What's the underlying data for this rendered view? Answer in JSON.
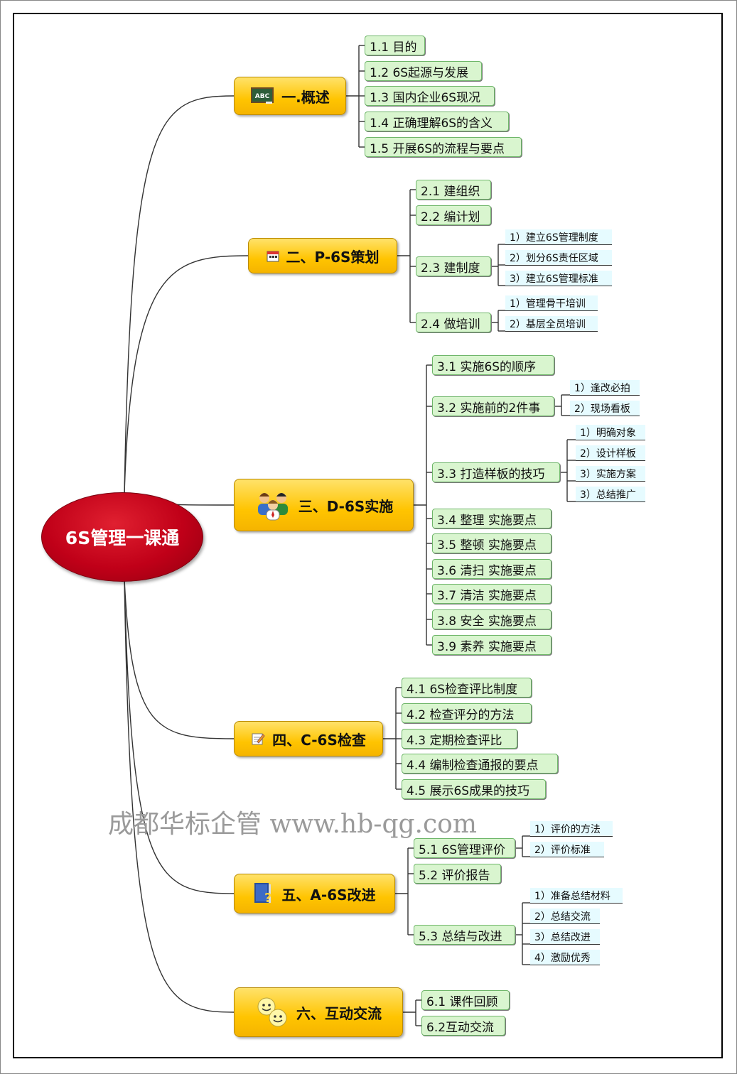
{
  "center": {
    "label": "6S管理一课通"
  },
  "watermark": "成都华标企管 www.hb-qg.com",
  "colors": {
    "center": "#c00018",
    "main": "#ffc400",
    "sub": "#d9f5cf",
    "leaf": "#e6fbff"
  },
  "branches": [
    {
      "id": "b1",
      "label": "一.概述",
      "icon": "abc-chalkboard-icon",
      "children": [
        {
          "id": "b1-1",
          "label": "1.1 目的"
        },
        {
          "id": "b1-2",
          "label": "1.2 6S起源与发展"
        },
        {
          "id": "b1-3",
          "label": "1.3 国内企业6S现况"
        },
        {
          "id": "b1-4",
          "label": "1.4 正确理解6S的含义"
        },
        {
          "id": "b1-5",
          "label": "1.5 开展6S的流程与要点"
        }
      ]
    },
    {
      "id": "b2",
      "label": "二、P-6S策划",
      "icon": "calendar-icon",
      "children": [
        {
          "id": "b2-1",
          "label": "2.1 建组织"
        },
        {
          "id": "b2-2",
          "label": "2.2 编计划"
        },
        {
          "id": "b2-3",
          "label": "2.3 建制度",
          "children": [
            {
              "id": "b2-3-1",
              "label": "1）建立6S管理制度"
            },
            {
              "id": "b2-3-2",
              "label": "2）划分6S责任区域"
            },
            {
              "id": "b2-3-3",
              "label": "3）建立6S管理标准"
            }
          ]
        },
        {
          "id": "b2-4",
          "label": "2.4 做培训",
          "children": [
            {
              "id": "b2-4-1",
              "label": "1）管理骨干培训"
            },
            {
              "id": "b2-4-2",
              "label": "2）基层全员培训"
            }
          ]
        }
      ]
    },
    {
      "id": "b3",
      "label": "三、D-6S实施",
      "icon": "people-group-icon",
      "children": [
        {
          "id": "b3-1",
          "label": "3.1 实施6S的顺序"
        },
        {
          "id": "b3-2",
          "label": "3.2 实施前的2件事",
          "children": [
            {
              "id": "b3-2-1",
              "label": "1）逢改必拍"
            },
            {
              "id": "b3-2-2",
              "label": "2）现场看板"
            }
          ]
        },
        {
          "id": "b3-3",
          "label": "3.3 打造样板的技巧",
          "children": [
            {
              "id": "b3-3-1",
              "label": "1）明确对象"
            },
            {
              "id": "b3-3-2",
              "label": "2）设计样板"
            },
            {
              "id": "b3-3-3",
              "label": "3）实施方案"
            },
            {
              "id": "b3-3-4",
              "label": "3）总结推广"
            }
          ]
        },
        {
          "id": "b3-4",
          "label": "3.4 整理 实施要点"
        },
        {
          "id": "b3-5",
          "label": "3.5 整顿 实施要点"
        },
        {
          "id": "b3-6",
          "label": "3.6 清扫 实施要点"
        },
        {
          "id": "b3-7",
          "label": "3.7 清洁 实施要点"
        },
        {
          "id": "b3-8",
          "label": "3.8 安全 实施要点"
        },
        {
          "id": "b3-9",
          "label": "3.9 素养 实施要点"
        }
      ]
    },
    {
      "id": "b4",
      "label": "四、C-6S检查",
      "icon": "notepad-icon",
      "children": [
        {
          "id": "b4-1",
          "label": "4.1 6S检查评比制度"
        },
        {
          "id": "b4-2",
          "label": "4.2 检查评分的方法"
        },
        {
          "id": "b4-3",
          "label": "4.3 定期检查评比"
        },
        {
          "id": "b4-4",
          "label": "4.4 编制检查通报的要点"
        },
        {
          "id": "b4-5",
          "label": "4.5 展示6S成果的技巧"
        }
      ]
    },
    {
      "id": "b5",
      "label": "五、A-6S改进",
      "icon": "help-book-icon",
      "children": [
        {
          "id": "b5-1",
          "label": "5.1 6S管理评价",
          "children": [
            {
              "id": "b5-1-1",
              "label": "1）评价的方法"
            },
            {
              "id": "b5-1-2",
              "label": "2）评价标准"
            }
          ]
        },
        {
          "id": "b5-2",
          "label": "5.2 评价报告"
        },
        {
          "id": "b5-3",
          "label": "5.3 总结与改进",
          "children": [
            {
              "id": "b5-3-1",
              "label": "1）准备总结材料"
            },
            {
              "id": "b5-3-2",
              "label": "2）总结交流"
            },
            {
              "id": "b5-3-3",
              "label": "3）总结改进"
            },
            {
              "id": "b5-3-4",
              "label": "4）激励优秀"
            }
          ]
        }
      ]
    },
    {
      "id": "b6",
      "label": "六、互动交流",
      "icon": "smiley-chat-icon",
      "children": [
        {
          "id": "b6-1",
          "label": "6.1 课件回顾"
        },
        {
          "id": "b6-2",
          "label": "6.2互动交流"
        }
      ]
    }
  ]
}
